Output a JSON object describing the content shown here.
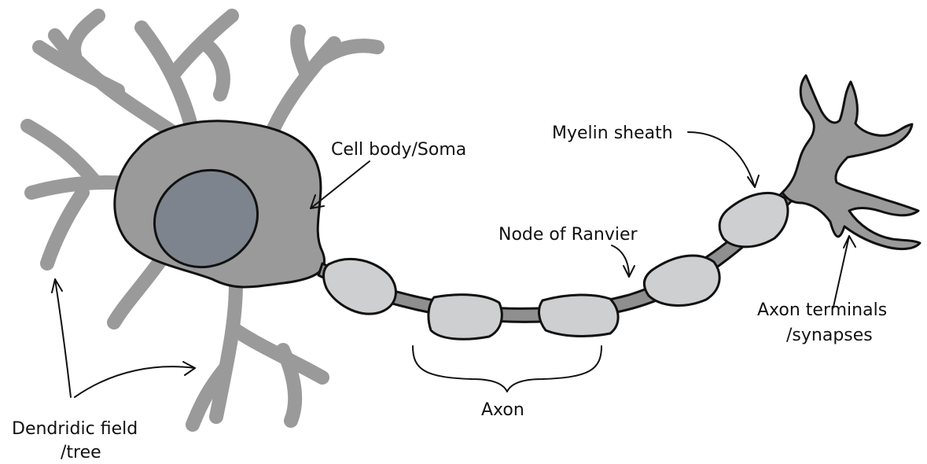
{
  "diagram": {
    "labels": {
      "cell_body": "Cell body/Soma",
      "myelin_sheath": "Myelin sheath",
      "node_of_ranvier": "Node of Ranvier",
      "axon": "Axon",
      "axon_terminals_line1": "Axon terminals",
      "axon_terminals_line2": "/synapses",
      "dendritic_line1": "Dendridic field",
      "dendritic_line2": "/tree"
    },
    "colors": {
      "cell_fill": "#9a9a9a",
      "nucleus_fill": "#7e848d",
      "myelin_fill": "#cdcfd1",
      "axon_fill": "#8f8f8f",
      "outline": "#111111"
    }
  }
}
